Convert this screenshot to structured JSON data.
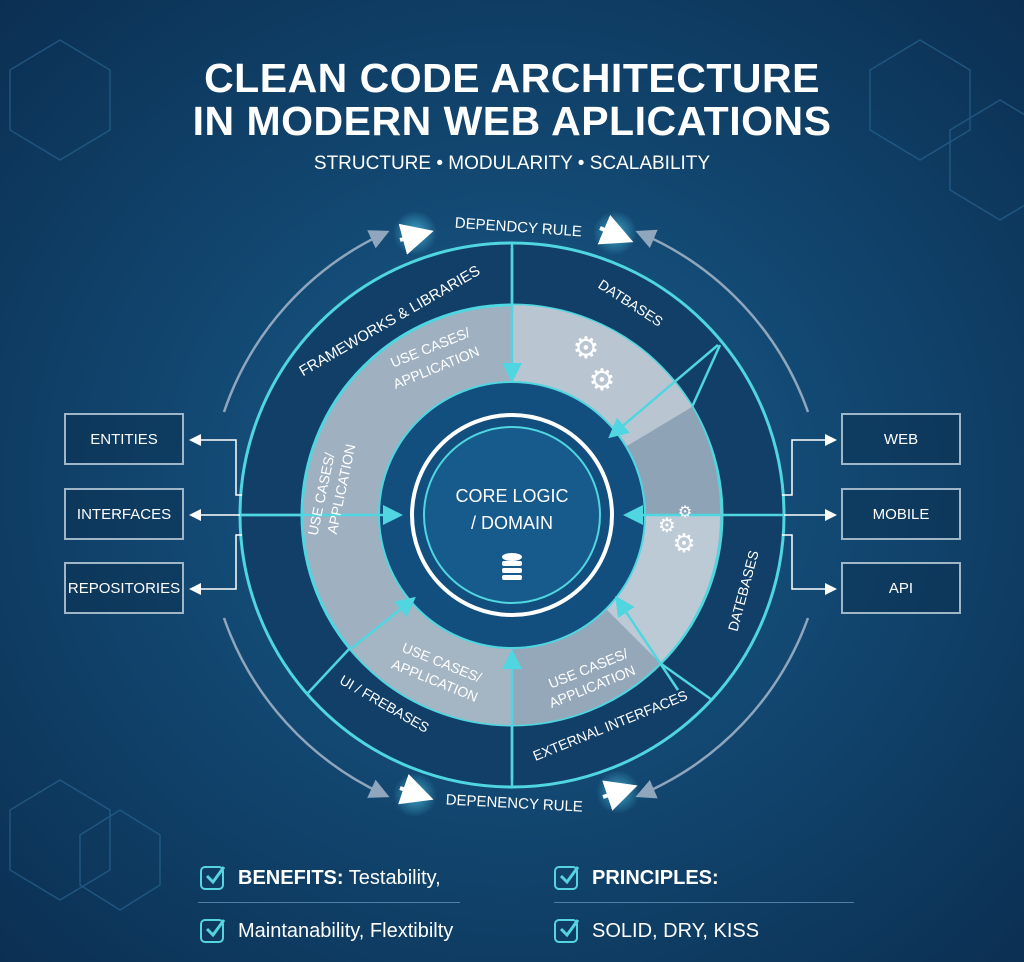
{
  "title": {
    "line1": "CLEAN CODE ARCHITECTURE",
    "line2": "IN MODERN WEB APLICATIONS"
  },
  "subtitle": "STRUCTURE • MODULARITY • SCALABILITY",
  "diagram": {
    "top_rule": "DEPENDCY RULE",
    "bottom_rule": "DEPENENCY RULE",
    "outer": {
      "frameworks": "FRAMEWORKS & LIBRARIES",
      "databases_top": "DATBASES",
      "databases_right": "DATEBASES",
      "ui": "UI / FREBASES",
      "external": "EXTERNAL INTERFACES"
    },
    "middle": {
      "top": [
        "USE CASES/",
        "APPLICATION"
      ],
      "left": [
        "USE CASES/",
        "APPLICATION"
      ],
      "bottom_left": [
        "USE CASES/",
        "APPLICATION"
      ],
      "bottom_right": [
        "USE CASES/",
        "APPLICATION"
      ]
    },
    "core": [
      "CORE LOGIC",
      "/ DOMAIN"
    ]
  },
  "left_boxes": [
    "ENTITIES",
    "INTERFACES",
    "REPOSITORIES"
  ],
  "right_boxes": [
    "WEB",
    "MOBILE",
    "API"
  ],
  "footer": {
    "benefits_label": "BENEFITS:",
    "benefits_1": "Testability,",
    "benefits_2": "Maintanability, Flextibilty",
    "principles_label": "PRINCIPLES:",
    "principles": "SOLID, DRY, KISS"
  },
  "colors": {
    "accent": "#4fd6e0",
    "background": "#124872",
    "band": "#a9b9c7"
  }
}
